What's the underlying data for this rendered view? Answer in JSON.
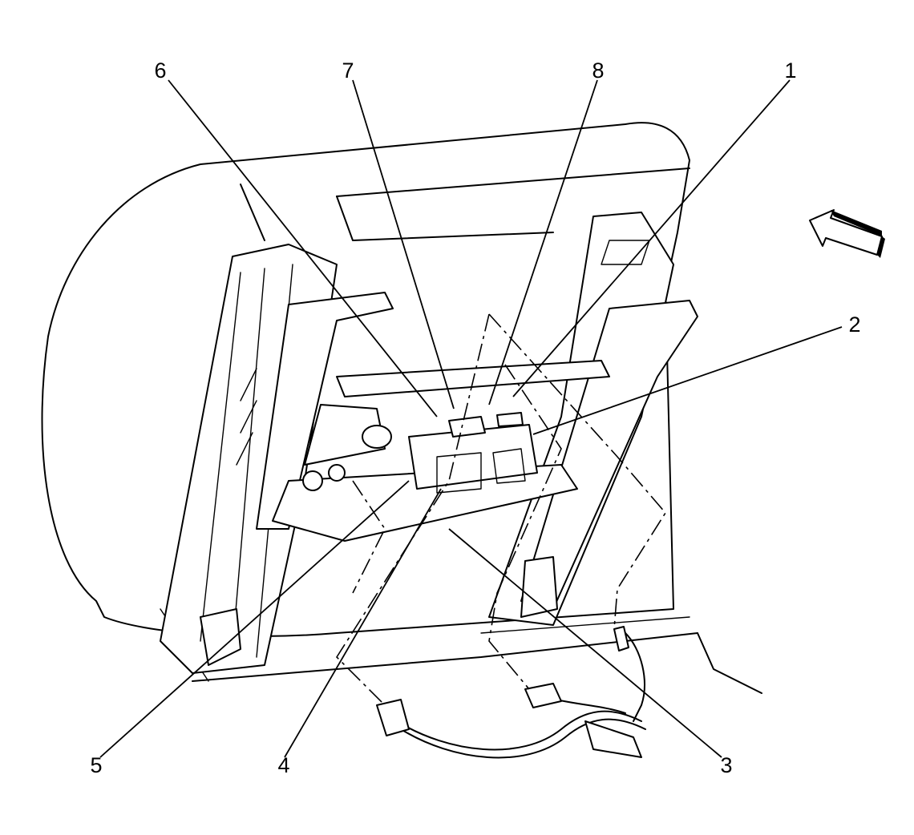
{
  "callouts": [
    {
      "id": "1",
      "label": "1"
    },
    {
      "id": "2",
      "label": "2"
    },
    {
      "id": "3",
      "label": "3"
    },
    {
      "id": "4",
      "label": "4"
    },
    {
      "id": "5",
      "label": "5"
    },
    {
      "id": "6",
      "label": "6"
    },
    {
      "id": "7",
      "label": "7"
    },
    {
      "id": "8",
      "label": "8"
    }
  ],
  "icons": {
    "direction": "view-direction-arrow-icon"
  }
}
